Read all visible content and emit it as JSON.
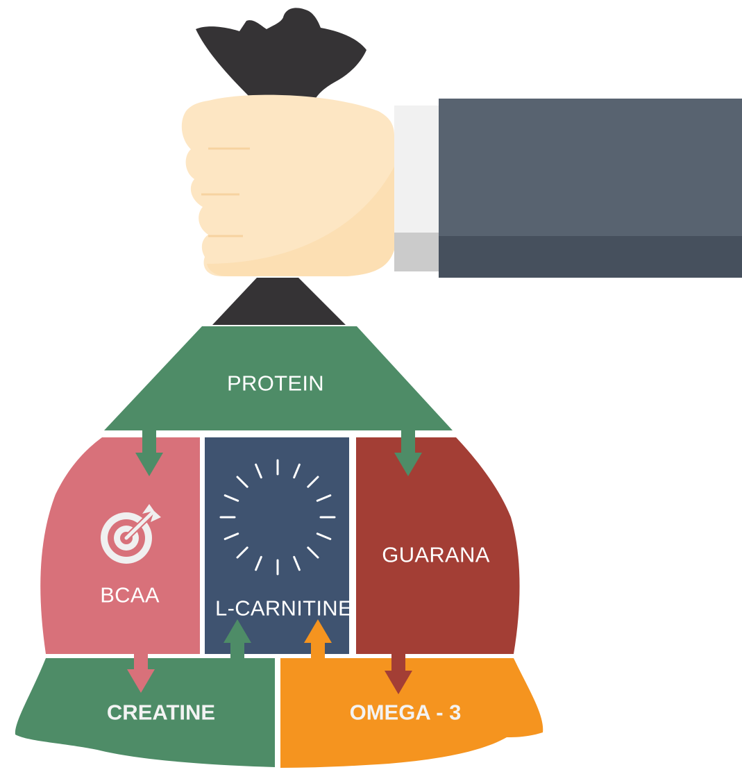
{
  "diagram": {
    "labels": {
      "protein": "PROTEIN",
      "bcaa": "BCAA",
      "lcarnitine": "L-CARNITINE",
      "guarana": "GUARANA",
      "creatine": "CREATINE",
      "omega3": "OMEGA - 3"
    },
    "colors": {
      "green": "#4e8c67",
      "pink": "#d8717a",
      "navy": "#3f5370",
      "red": "#a33e35",
      "orange": "#f5941f",
      "bag_knot": "#353335",
      "skin": "#fde6c3",
      "cuff": "#f1f1f1",
      "cuff_shadow": "#cbcbcb",
      "sleeve": "#586370",
      "sleeve_dark": "#46505d"
    },
    "icons": [
      "target-arrow-icon",
      "clock-dial-icon"
    ]
  }
}
